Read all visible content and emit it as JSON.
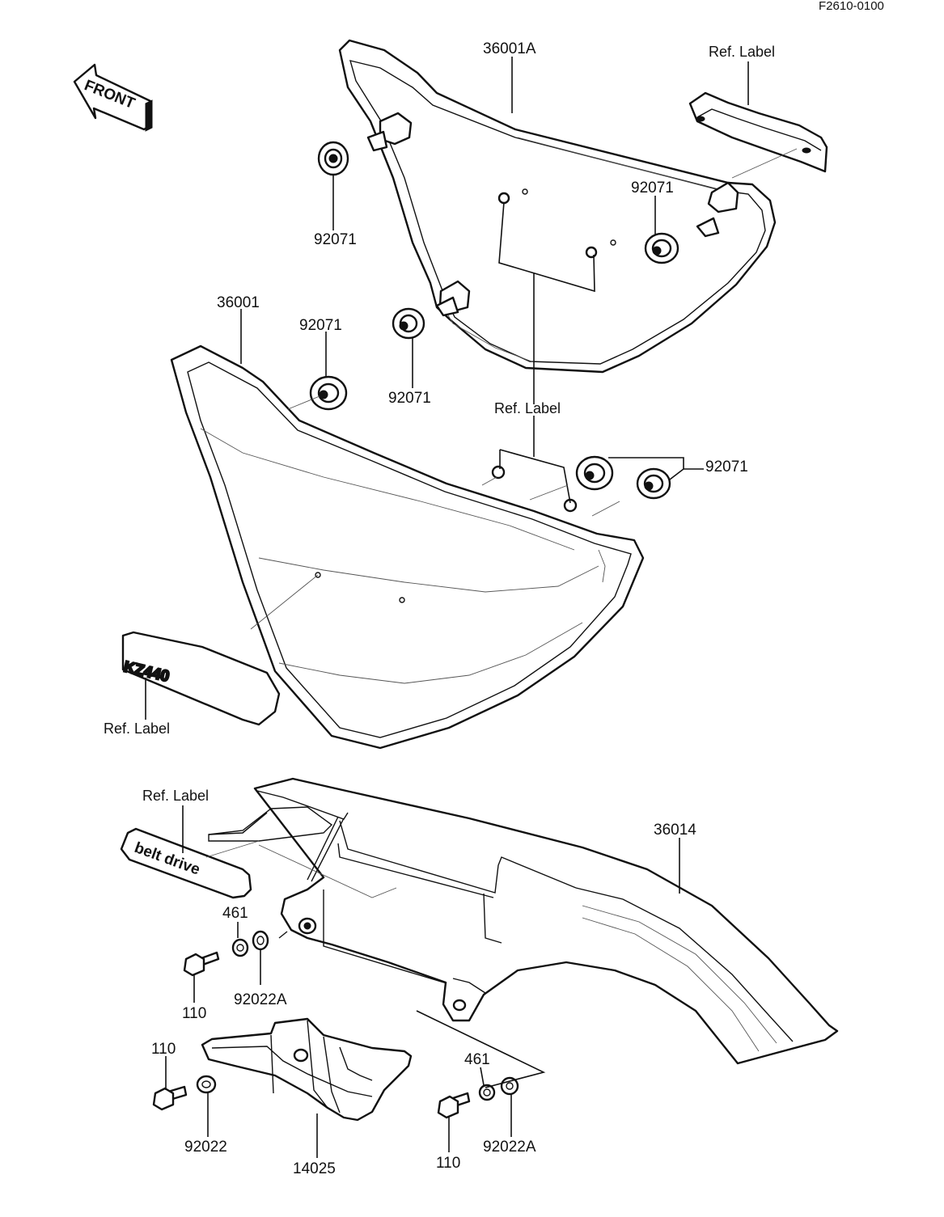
{
  "diagram": {
    "figure_code": "F2610-0100",
    "front_arrow": {
      "text": "FRONT",
      "icon": "front-arrow-icon"
    },
    "emblems": {
      "kz440": "KZ440",
      "belt_drive": "belt drive"
    },
    "labels": [
      "36001A",
      "Ref. Label",
      "92071",
      "92071",
      "36001",
      "92071",
      "92071",
      "Ref. Label",
      "92071",
      "Ref. Label",
      "Ref. Label",
      "36014",
      "461",
      "110",
      "92022A",
      "110",
      "92022",
      "14025",
      "461",
      "110",
      "92022A"
    ]
  }
}
